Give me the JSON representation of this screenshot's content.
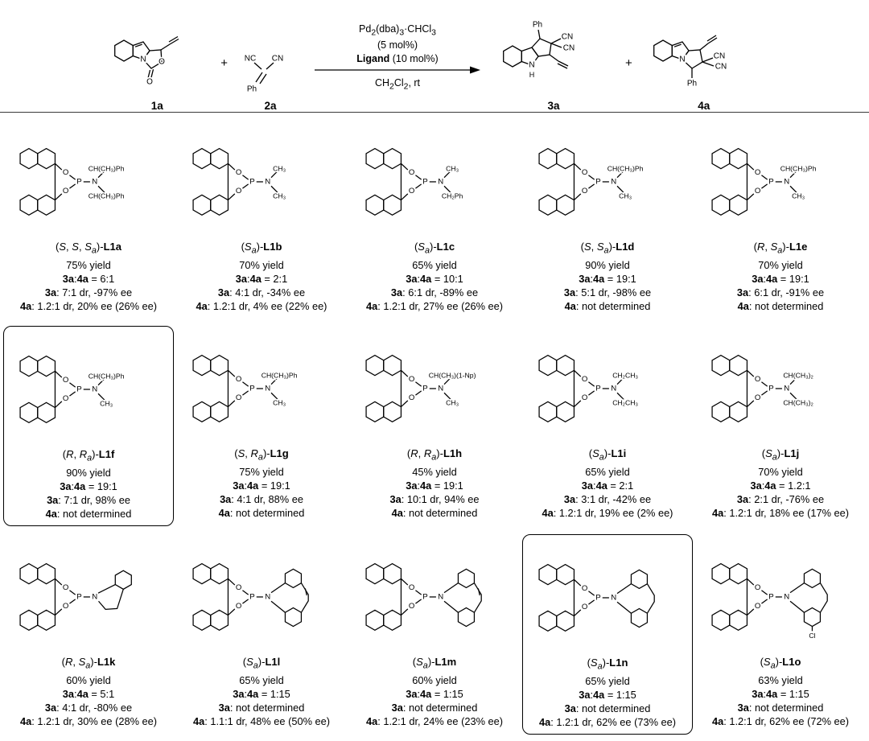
{
  "labels": {
    "N": "N",
    "H": "H",
    "O": "O",
    "P": "P",
    "Ph": "Ph",
    "CN": "CN",
    "NC": "NC",
    "Cl": "Cl"
  },
  "scheme": {
    "plus": "+",
    "compounds": [
      {
        "id": "1a"
      },
      {
        "id": "2a"
      },
      {
        "id": "3a"
      },
      {
        "id": "4a"
      }
    ],
    "conditions_above_html": [
      "Pd<sub>2</sub>(dba)<sub>3</sub>·CHCl<sub>3</sub>",
      "(5 mol%)",
      "<b>Ligand</b> (10 mol%)"
    ],
    "conditions_below_html": "CH<sub>2</sub>Cl<sub>2</sub>, rt"
  },
  "ligands": [
    {
      "label_html": "(<i>S</i>, <i>S</i>, <i>S<sub>a</sub></i>)-<b>L1a</b>",
      "boxed": false,
      "structure": {
        "type": "acyclic",
        "subs": [
          "CH(CH₃)Ph",
          "CH(CH₃)Ph"
        ]
      },
      "results_html": [
        "75% yield",
        "<b>3a</b>:<b>4a</b> = 6:1",
        "<b>3a</b>: 7:1 dr, -97% ee",
        "<b>4a</b>: 1.2:1 dr, 20% ee (26% ee)"
      ]
    },
    {
      "label_html": "(<i>S<sub>a</sub></i>)-<b>L1b</b>",
      "boxed": false,
      "structure": {
        "type": "acyclic",
        "subs": [
          "CH₃",
          "CH₃"
        ]
      },
      "results_html": [
        "70% yield",
        "<b>3a</b>:<b>4a</b> = 2:1",
        "<b>3a</b>: 4:1 dr, -34% ee",
        "<b>4a</b>: 1.2:1 dr, 4% ee (22% ee)"
      ]
    },
    {
      "label_html": "(<i>S<sub>a</sub></i>)-<b>L1c</b>",
      "boxed": false,
      "structure": {
        "type": "acyclic",
        "subs": [
          "CH₃",
          "CH₂Ph"
        ]
      },
      "results_html": [
        "65% yield",
        "<b>3a</b>:<b>4a</b> = 10:1",
        "<b>3a</b>: 6:1 dr, -89% ee",
        "<b>4a</b>: 1.2:1 dr, 27% ee (26% ee)"
      ]
    },
    {
      "label_html": "(<i>S</i>, <i>S<sub>a</sub></i>)-<b>L1d</b>",
      "boxed": false,
      "structure": {
        "type": "acyclic",
        "subs": [
          "CH(CH₃)Ph",
          "CH₃"
        ]
      },
      "results_html": [
        "90% yield",
        "<b>3a</b>:<b>4a</b> = 19:1",
        "<b>3a</b>: 5:1 dr, -98% ee",
        "<b>4a</b>: not determined"
      ]
    },
    {
      "label_html": "(<i>R</i>, <i>S<sub>a</sub></i>)-<b>L1e</b>",
      "boxed": false,
      "structure": {
        "type": "acyclic",
        "subs": [
          "CH(CH₃)Ph",
          "CH₃"
        ]
      },
      "results_html": [
        "70% yield",
        "<b>3a</b>:<b>4a</b> = 19:1",
        "<b>3a</b>: 6:1 dr, -91% ee",
        "<b>4a</b>: not determined"
      ]
    },
    {
      "label_html": "(<i>R</i>, <i>R<sub>a</sub></i>)-<b>L1f</b>",
      "boxed": true,
      "structure": {
        "type": "acyclic",
        "subs": [
          "CH(CH₃)Ph",
          "CH₃"
        ]
      },
      "results_html": [
        "90% yield",
        "<b>3a</b>:<b>4a</b> = 19:1",
        "<b>3a</b>: 7:1 dr, 98% ee",
        "<b>4a</b>: not determined"
      ]
    },
    {
      "label_html": "(<i>S</i>, <i>R<sub>a</sub></i>)-<b>L1g</b>",
      "boxed": false,
      "structure": {
        "type": "acyclic",
        "subs": [
          "CH(CH₃)Ph",
          "CH₃"
        ]
      },
      "results_html": [
        "75% yield",
        "<b>3a</b>:<b>4a</b> = 19:1",
        "<b>3a</b>: 4:1 dr, 88% ee",
        "<b>4a</b>: not determined"
      ]
    },
    {
      "label_html": "(<i>R</i>, <i>R<sub>a</sub></i>)-<b>L1h</b>",
      "boxed": false,
      "structure": {
        "type": "acyclic",
        "subs": [
          "CH(CH₃)(1-Np)",
          "CH₃"
        ]
      },
      "results_html": [
        "45% yield",
        "<b>3a</b>:<b>4a</b> = 19:1",
        "<b>3a</b>: 10:1 dr, 94% ee",
        "<b>4a</b>: not determined"
      ]
    },
    {
      "label_html": "(<i>S<sub>a</sub></i>)-<b>L1i</b>",
      "boxed": false,
      "structure": {
        "type": "acyclic",
        "subs": [
          "CH₂CH₃",
          "CH₂CH₃"
        ]
      },
      "results_html": [
        "65% yield",
        "<b>3a</b>:<b>4a</b> = 2:1",
        "<b>3a</b>: 3:1 dr, -42% ee",
        "<b>4a</b>: 1.2:1 dr, 19% ee (2% ee)"
      ]
    },
    {
      "label_html": "(<i>S<sub>a</sub></i>)-<b>L1j</b>",
      "boxed": false,
      "structure": {
        "type": "acyclic",
        "subs": [
          "CH(CH₃)₂",
          "CH(CH₃)₂"
        ]
      },
      "results_html": [
        "70% yield",
        "<b>3a</b>:<b>4a</b> = 1.2:1",
        "<b>3a</b>: 2:1 dr, -76% ee",
        "<b>4a</b>: 1.2:1 dr, 18% ee (17% ee)"
      ]
    },
    {
      "label_html": "(<i>R</i>, <i>S<sub>a</sub></i>)-<b>L1k</b>",
      "boxed": false,
      "structure": {
        "type": "thq"
      },
      "results_html": [
        "60% yield",
        "<b>3a</b>:<b>4a</b> = 5:1",
        "<b>3a</b>: 4:1 dr, -80% ee",
        "<b>4a</b>: 1.2:1 dr, 30% ee (28% ee)"
      ]
    },
    {
      "label_html": "(<i>S<sub>a</sub></i>)-<b>L1l</b>",
      "boxed": false,
      "structure": {
        "type": "dibenzazepine",
        "bridge": "CH=CH"
      },
      "results_html": [
        "65% yield",
        "<b>3a</b>:<b>4a</b> = 1:15",
        "<b>3a</b>: not determined",
        "<b>4a</b>: 1.1:1 dr, 48% ee (50% ee)"
      ]
    },
    {
      "label_html": "(<i>S<sub>a</sub></i>)-<b>L1m</b>",
      "boxed": false,
      "structure": {
        "type": "dibenzazepine",
        "bridge": "CH=CH",
        "backbone": "H8-binaphthyl"
      },
      "results_html": [
        "60% yield",
        "<b>3a</b>:<b>4a</b> = 1:15",
        "<b>3a</b>: not determined",
        "<b>4a</b>: 1.2:1 dr, 24% ee (23% ee)"
      ]
    },
    {
      "label_html": "(<i>S<sub>a</sub></i>)-<b>L1n</b>",
      "boxed": true,
      "structure": {
        "type": "dibenzazepine",
        "bridge": "CH₂CH₂"
      },
      "results_html": [
        "65% yield",
        "<b>3a</b>:<b>4a</b> = 1:15",
        "<b>3a</b>: not determined",
        "<b>4a</b>: 1.2:1 dr, 62% ee (73% ee)"
      ]
    },
    {
      "label_html": "(<i>S<sub>a</sub></i>)-<b>L1o</b>",
      "boxed": false,
      "structure": {
        "type": "dibenzazepine",
        "bridge": "CH₂CH₂",
        "cl": true
      },
      "results_html": [
        "63% yield",
        "<b>3a</b>:<b>4a</b> = 1:15",
        "<b>3a</b>: not determined",
        "<b>4a</b>: 1.2:1 dr, 62% ee (72% ee)"
      ]
    }
  ]
}
